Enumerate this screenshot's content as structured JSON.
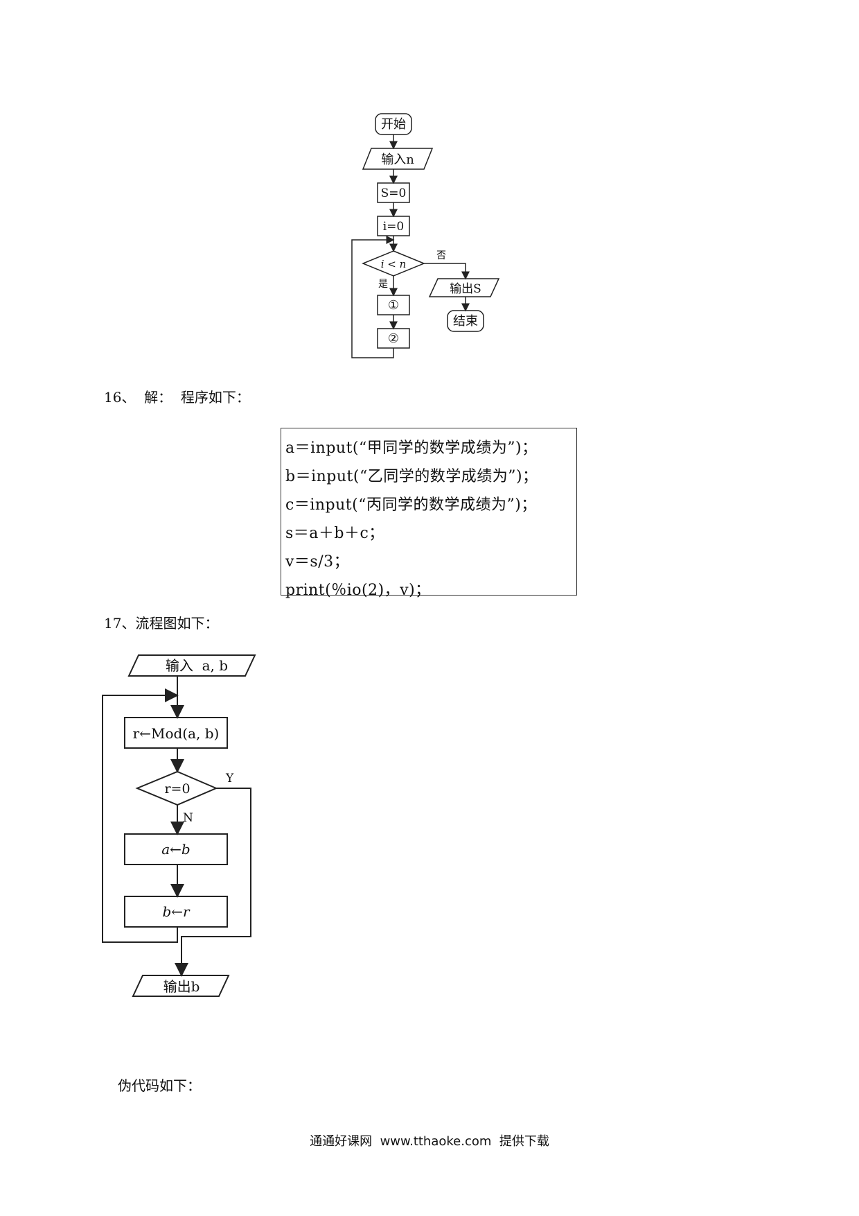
{
  "flowchart1": {
    "start": "开始",
    "input_n": "输入n",
    "s_init": "S=0",
    "i_init": "i=0",
    "condition": "i < n",
    "no_label": "否",
    "yes_label": "是",
    "step1": "①",
    "step2": "②",
    "output_s": "输出S",
    "end": "结束"
  },
  "q16": {
    "label": "16、  解：  程序如下：",
    "code_lines": [
      "a＝input(“甲同学的数学成绩为”)；",
      "b＝input(“乙同学的数学成绩为”)；",
      "c＝input(“丙同学的数学成绩为”)；",
      "s＝a＋b＋c；",
      "v＝s/3；",
      "print(％io(2)，v)；"
    ]
  },
  "q17": {
    "label": "17、流程图如下：",
    "flow": {
      "input_ab": "输入  a, b",
      "r_mod": "r←Mod(a, b)",
      "condition": "r=0",
      "yes_label": "Y",
      "no_label": "N",
      "a_assign": "a←b",
      "b_assign": "b←r",
      "output_b": "输出b"
    },
    "pseudo_label": "伪代码如下："
  },
  "footer": "通通好课网  www.tthaoke.com  提供下载"
}
